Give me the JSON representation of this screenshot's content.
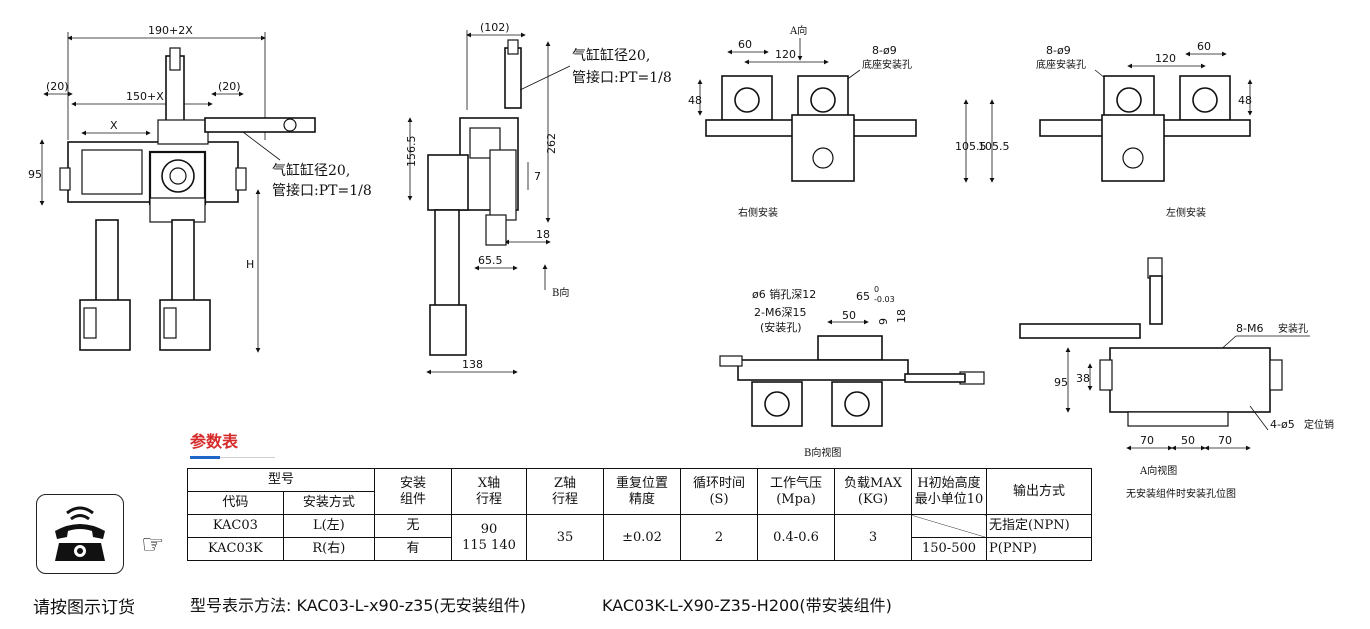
{
  "views": {
    "front": {
      "dim_total": "190+2X",
      "dim_left": "(20)",
      "dim_stroke": "150+X",
      "dim_right": "(20)",
      "dim_x": "X",
      "dim_height": "95",
      "dim_h": "H",
      "cylinder_note_line1": "气缸缸径20,",
      "cylinder_note_line2": "管接口:PT=1/8"
    },
    "side": {
      "dim_top": "(102)",
      "dim_156": "156.5",
      "dim_262": "262",
      "dim_7": "7",
      "dim_18": "18",
      "dim_65": "65.5",
      "dim_138": "138",
      "dir_b": "B向",
      "cylinder_note_line1": "气缸缸径20,",
      "cylinder_note_line2": "管接口:PT=1/8"
    },
    "right_mount": {
      "dir_a": "A向",
      "dim_60": "60",
      "dim_120": "120",
      "holes": "8-ø9",
      "holes_note": "底座安装孔",
      "dim_48": "48",
      "dim_105": "105.5",
      "caption": "右侧安装"
    },
    "left_mount": {
      "holes": "8-ø9",
      "holes_note": "底座安装孔",
      "dim_120": "120",
      "dim_60": "60",
      "dim_48": "48",
      "dim_105": "105.5",
      "caption": "左侧安装"
    },
    "b_view": {
      "pin_hole": "ø6 销孔深12",
      "tol": "65",
      "tol_sup": "0",
      "tol_sub": "-0.03",
      "m6": "2-M6深15",
      "m6_note": "(安装孔)",
      "dim_50": "50",
      "dim_9": "9",
      "dim_18": "18",
      "caption": "B向视图"
    },
    "a_view": {
      "m6": "8-M6",
      "m6_note": "安装孔",
      "dim_95": "95",
      "dim_38": "38",
      "dim_70a": "70",
      "dim_50": "50",
      "dim_70b": "70",
      "pin": "4-ø5",
      "pin_note": "定位销",
      "caption": "A向视图",
      "caption2": "无安装组件时安装孔位图"
    }
  },
  "section": {
    "title": "参数表"
  },
  "table": {
    "h_model": "型号",
    "h_code": "代码",
    "h_mount_method": "安装方式",
    "h_mount_kit_1": "安装",
    "h_mount_kit_2": "组件",
    "h_x_1": "X轴",
    "h_x_2": "行程",
    "h_z_1": "Z轴",
    "h_z_2": "行程",
    "h_rep_1": "重复位置",
    "h_rep_2": "精度",
    "h_cycle_1": "循环时间",
    "h_cycle_2": "(S)",
    "h_press_1": "工作气压",
    "h_press_2": "(Mpa)",
    "h_load_1": "负载MAX",
    "h_load_2": "(KG)",
    "h_h_1": "H初始高度",
    "h_h_2": "最小单位10",
    "h_output": "输出方式",
    "r1_code": "KAC03",
    "r1_mount": "L(左)",
    "r1_kit": "无",
    "r2_code": "KAC03K",
    "r2_mount": "R(右)",
    "r2_kit": "有",
    "x_1": "90",
    "x_2": "115 140",
    "z": "35",
    "rep": "±0.02",
    "cycle": "2",
    "press": "0.4-0.6",
    "load": "3",
    "h_range": "150-500",
    "out_1": "无指定(NPN)",
    "out_2": "P(PNP)"
  },
  "contact": {
    "caption": "请按图示订货",
    "icon": "phone-icon",
    "pointer": "☞"
  },
  "model_format": {
    "label": "型号表示方法:",
    "example1": "KAC03-L-x90-z35(无安装组件)",
    "example2": "KAC03K-L-X90-Z35-H200(带安装组件)"
  },
  "colors": {
    "title_red": "#d62b2b",
    "accent_blue": "#1f66c9"
  }
}
